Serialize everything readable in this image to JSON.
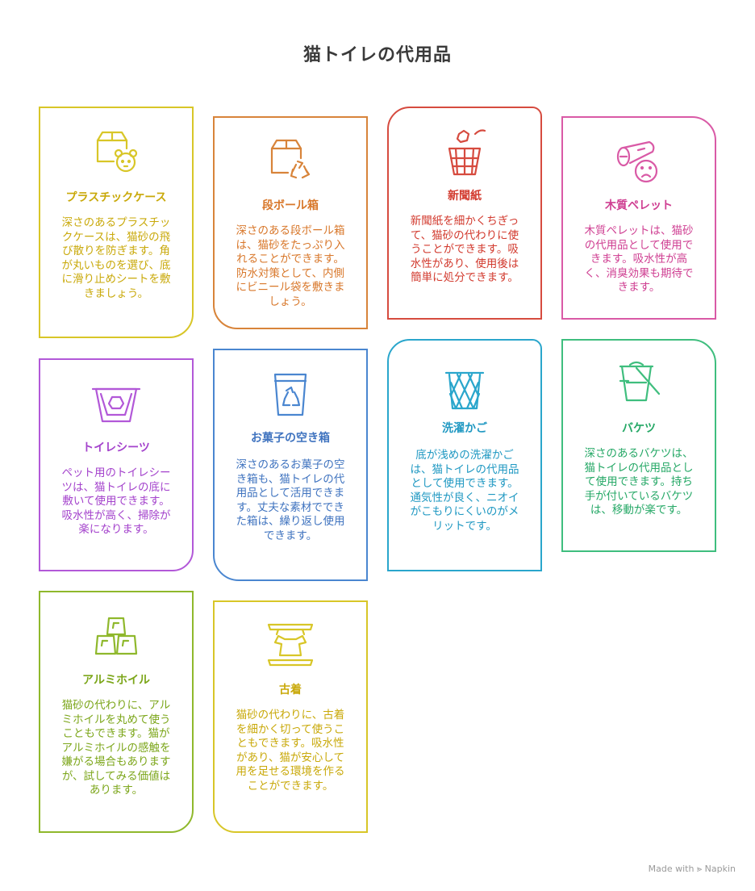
{
  "title": "猫トイレの代用品",
  "cards": [
    {
      "title": "プラスチックケース",
      "desc": "深さのあるプラスチックケースは、猫砂の飛び散りを防ぎます。角が丸いものを選び、底に滑り止めシートを敷きましょう。",
      "icon": "plastic-case-icon",
      "color": "#d8c628"
    },
    {
      "title": "段ボール箱",
      "desc": "深さのある段ボール箱は、猫砂をたっぷり入れることができます。防水対策として、内側にビニール袋を敷きましょう。",
      "icon": "cardboard-box-icon",
      "color": "#d8843a"
    },
    {
      "title": "新聞紙",
      "desc": "新聞紙を細かくちぎって、猫砂の代わりに使うことができます。吸水性があり、使用後は簡単に処分できます。",
      "icon": "newspaper-trash-icon",
      "color": "#d64b3f"
    },
    {
      "title": "木質ペレット",
      "desc": "木質ペレットは、猫砂の代用品として使用できます。吸水性が高く、消臭効果も期待できます。",
      "icon": "wood-pellet-icon",
      "color": "#d95aa6"
    },
    {
      "title": "トイレシーツ",
      "desc": "ペット用のトイレシーツは、猫トイレの底に敷いて使用できます。吸水性が高く、掃除が楽になります。",
      "icon": "toilet-sheet-icon",
      "color": "#b258d8"
    },
    {
      "title": "お菓子の空き箱",
      "desc": "深さのあるお菓子の空き箱も、猫トイレの代用品として活用できます。丈夫な素材でできた箱は、繰り返し使用できます。",
      "icon": "recycle-bin-icon",
      "color": "#4a86d0"
    },
    {
      "title": "洗濯かご",
      "desc": "底が浅めの洗濯かごは、猫トイレの代用品として使用できます。通気性が良く、ニオイがこもりにくいのがメリットです。",
      "icon": "laundry-basket-icon",
      "color": "#2aa6cc"
    },
    {
      "title": "バケツ",
      "desc": "深さのあるバケツは、猫トイレの代用品として使用できます。持ち手が付いているバケツは、移動が楽です。",
      "icon": "bucket-icon",
      "color": "#3fbe7e"
    },
    {
      "title": "アルミホイル",
      "desc": "猫砂の代わりに、アルミホイルを丸めて使うこともできます。猫がアルミホイルの感触を嫌がる場合もありますが、試してみる価値はあります。",
      "icon": "aluminum-foil-icon",
      "color": "#8fb82c"
    },
    {
      "title": "古着",
      "desc": "猫砂の代わりに、古着を細かく切って使うこともできます。吸水性があり、猫が安心して用を足せる環境を作ることができます。",
      "icon": "old-clothes-icon",
      "color": "#d8c628"
    }
  ],
  "footer": "Made with ⪢ Napkin"
}
